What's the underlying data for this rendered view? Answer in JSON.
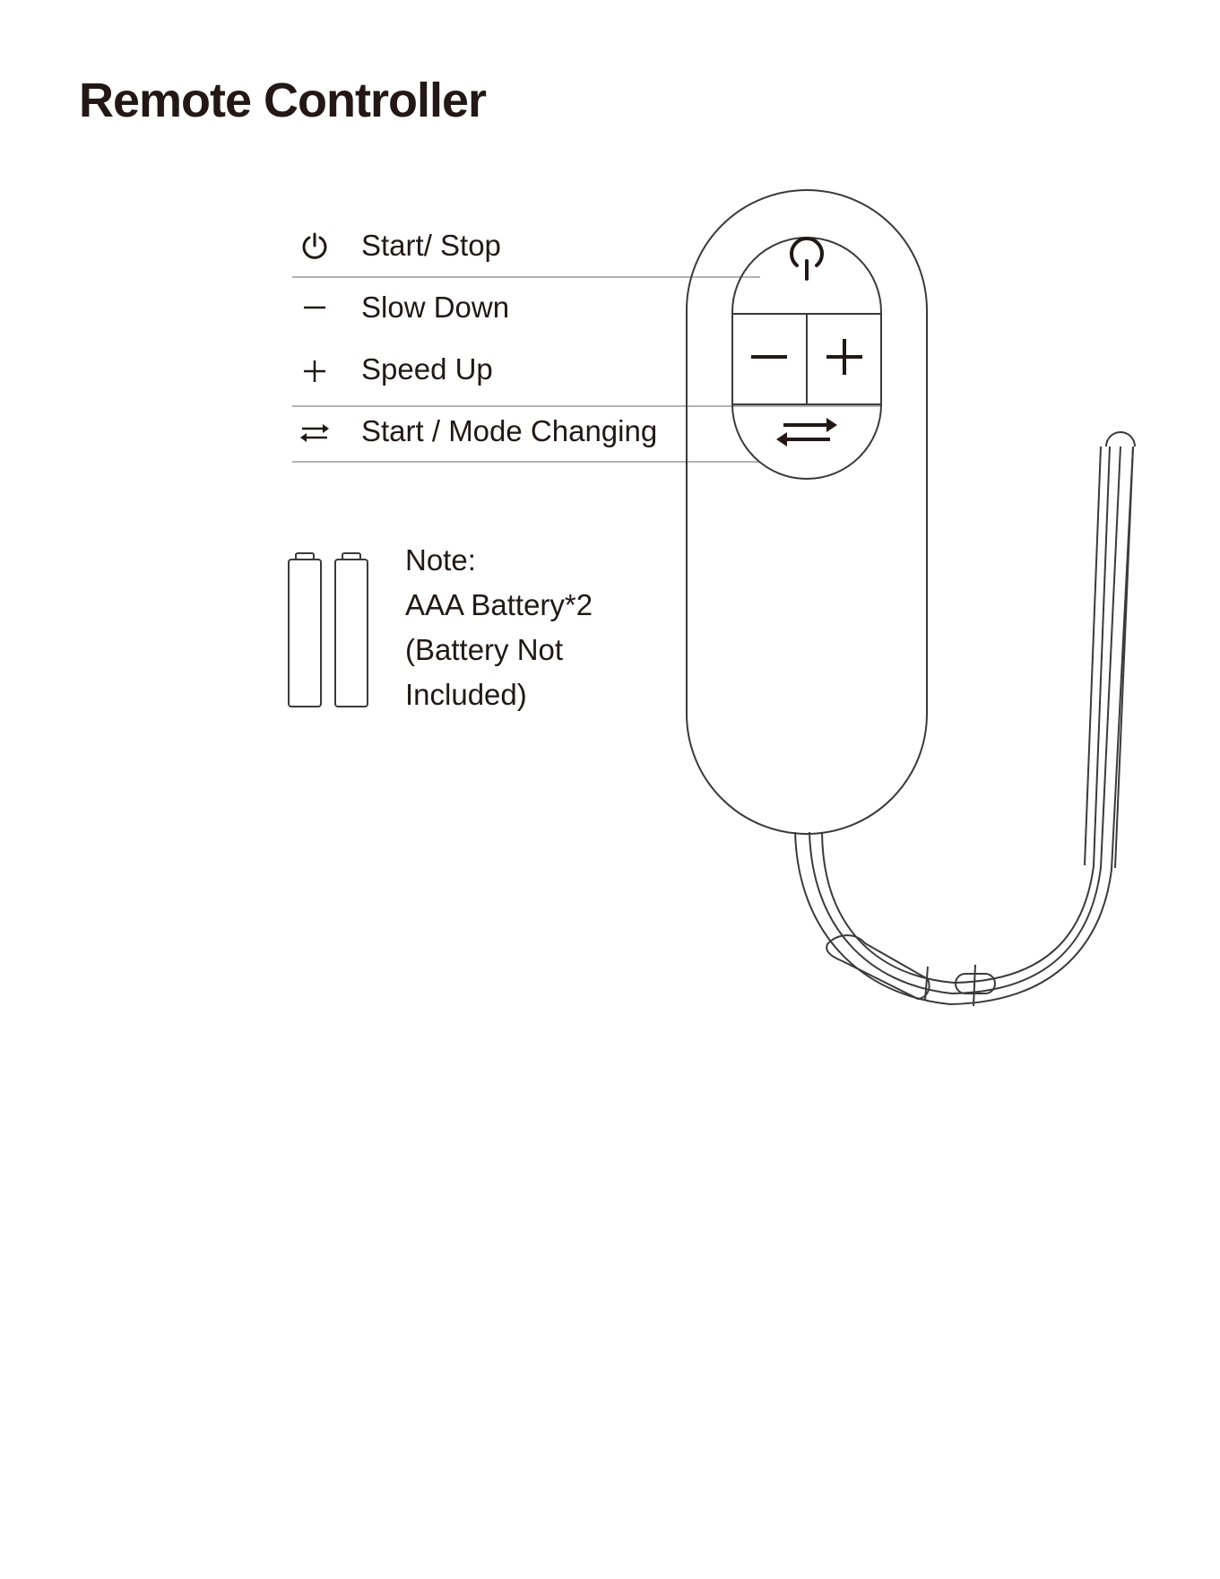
{
  "page": {
    "title": "Remote Controller"
  },
  "legend": [
    {
      "icon": "power-icon",
      "label": "Start/ Stop"
    },
    {
      "icon": "minus-icon",
      "label": "Slow Down"
    },
    {
      "icon": "plus-icon",
      "label": "Speed Up"
    },
    {
      "icon": "swap-arrows-icon",
      "label": "Start / Mode Changing"
    }
  ],
  "note": {
    "heading": "Note:",
    "line1": "AAA Battery*2",
    "line2": "(Battery Not",
    "line3": "Included)"
  },
  "colors": {
    "ink": "#231815",
    "outline": "#3a3a3a",
    "leader_line": "#9a9a9a"
  }
}
